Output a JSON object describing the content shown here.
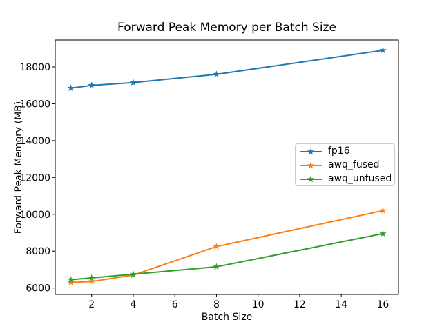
{
  "chart_data": {
    "type": "line",
    "title": "Forward Peak Memory per Batch Size",
    "xlabel": "Batch Size",
    "ylabel": "Forward Peak Memory (MB)",
    "x": [
      1,
      2,
      4,
      8,
      16
    ],
    "series": [
      {
        "name": "fp16",
        "color": "#1f77b4",
        "values": [
          16850,
          17000,
          17150,
          17600,
          18900
        ]
      },
      {
        "name": "awq_fused",
        "color": "#ff7f0e",
        "values": [
          6300,
          6350,
          6700,
          8250,
          10200
        ]
      },
      {
        "name": "awq_unfused",
        "color": "#2ca02c",
        "values": [
          6450,
          6550,
          6750,
          7150,
          8950
        ]
      }
    ],
    "xticks": [
      2,
      4,
      6,
      8,
      10,
      12,
      14,
      16
    ],
    "yticks": [
      6000,
      8000,
      10000,
      12000,
      14000,
      16000,
      18000
    ],
    "xlim": [
      0.25,
      16.75
    ],
    "ylim": [
      5650,
      19460
    ],
    "grid": false,
    "marker": "star",
    "legend_position": "center-right",
    "axis_color": "#000000",
    "background_color": "#ffffff"
  }
}
